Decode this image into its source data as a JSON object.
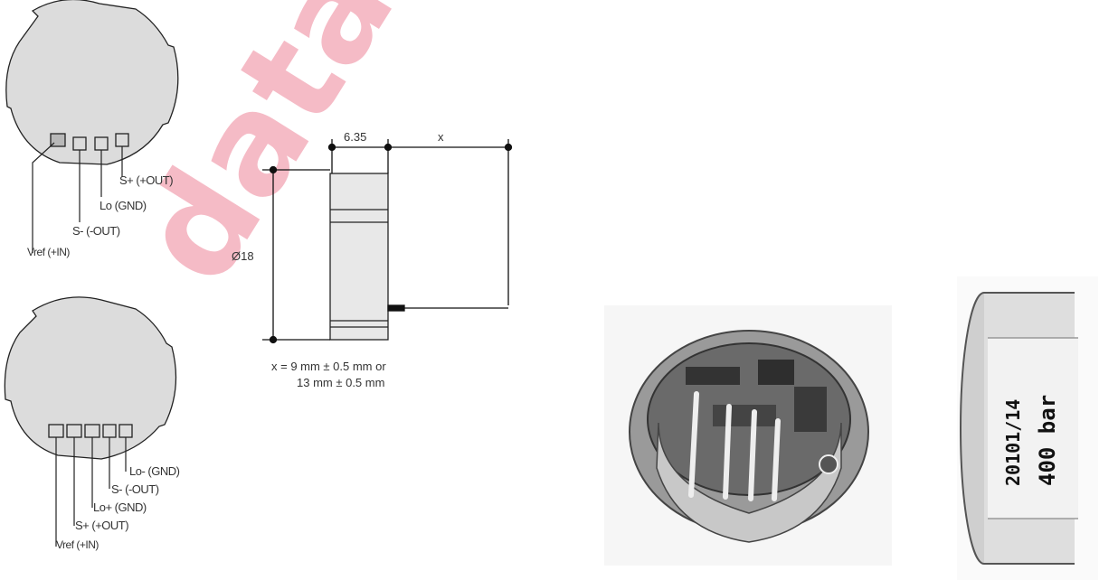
{
  "diagram_top": {
    "pins": [
      "S+ (+OUT)",
      "Lo (GND)",
      "S- (-OUT)",
      "Vref (+IN)"
    ]
  },
  "diagram_bottom": {
    "pins": [
      "Lo- (GND)",
      "S- (-OUT)",
      "Lo+ (GND)",
      "S+ (+OUT)",
      "Vref (+IN)"
    ]
  },
  "dimension_drawing": {
    "width_label": "6.35",
    "x_label": "x",
    "diameter_label": "Ø18",
    "note_line1": "x = 9 mm ± 0.5 mm or",
    "note_line2": "13 mm ± 0.5 mm"
  },
  "photo_side": {
    "print_line1": "20101/14",
    "print_line2": "400 bar"
  },
  "watermark": "datasheet.dir",
  "colors": {
    "sensor_face": "#dcdcdc",
    "watermark": "#f4b0bd"
  }
}
